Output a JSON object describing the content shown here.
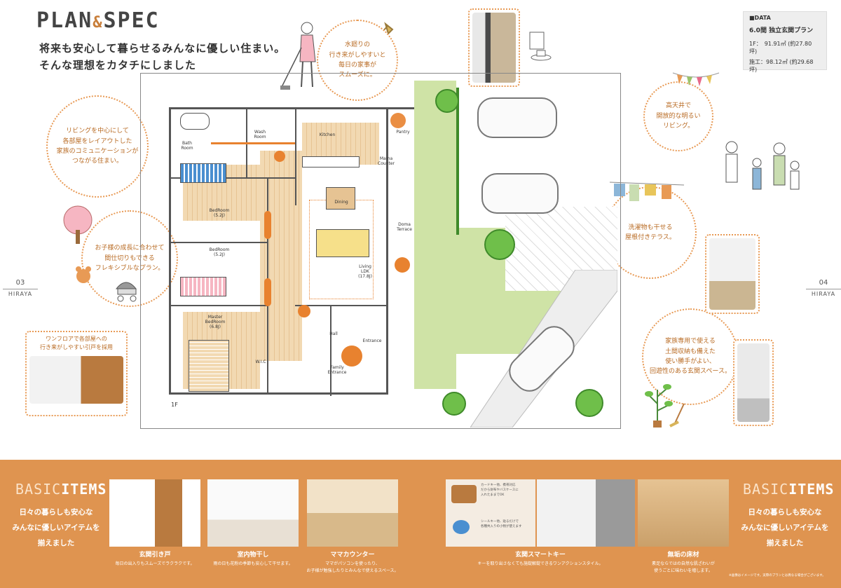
{
  "header": {
    "title_plan": "PLAN",
    "title_amp": "&",
    "title_spec": "SPEC",
    "lead_1": "将来も安心して暮らせるみんなに優しい住まい。",
    "lead_2": "そんな理想をカタチにしました"
  },
  "data_box": {
    "label": "■DATA",
    "plan_name": "6.0間 独立玄関プラン",
    "floor_1": "1F：　91.91㎡ (約27.80 坪)",
    "total": "施工：98.12㎡ (約29.68 坪)"
  },
  "bubbles": {
    "living_center": "リビングを中心にして\n各部屋をレイアウトした\n家族のコミュニケーションが\nつながる住まい。",
    "flexible": "お子様の成長に合わせて\n間仕切りもできる\nフレキシブルなプラン。",
    "water": "水廻りの\n行き来がしやすいと\n毎日の家事が\nスムーズに。",
    "ceiling": "高天井で\n開放的な明るい\nリビング。",
    "terrace": "洗濯物も干せる\n屋根付きテラス。",
    "entrance": "家族専用で使える\n土間収納も備えた\n使い勝手がよい、\n回遊性のある玄関スペース。",
    "oneroom": "ワンフロアで各部屋への\n行き来がしやすい引戸を採用"
  },
  "rooms": {
    "bath": "Bath\nRoom",
    "wash": "Wash\nRoom",
    "kitchen": "Kitchen",
    "pantry": "Pantry",
    "mama": "Mama\nCounter",
    "dining": "Dining",
    "bed1": "BedRoom\n(5.2J)",
    "bed2": "BedRoom\n(5.2J)",
    "living": "Living\nLDK\n(17.8J)",
    "doma": "Doma\nTerrace",
    "master": "Master\nBedRoom\n(6.8J)",
    "wic": "W.I.C",
    "hall": "Hall",
    "entrance": "Entrance",
    "family": "Family\nEntrance",
    "floor": "1F"
  },
  "pages": {
    "left": "03",
    "right": "04",
    "brand": "HIRAYA"
  },
  "basic": {
    "label_a": "BASIC",
    "label_b": "ITEMS",
    "sub_1": "日々の暮らしも安心な",
    "sub_2": "みんなに優しいアイテムを",
    "sub_3": "揃えました"
  },
  "items": [
    {
      "title": "玄関引き戸",
      "desc": "毎日の出入りもスムーズでラクラクです。"
    },
    {
      "title": "室内物干し",
      "desc": "雨の日も花粉の季節も安心して干せます。"
    },
    {
      "title": "ママカウンター",
      "desc": "ママがパソコンを使ったり、\nお子様が勉強したりとみんなで使えるスペース。"
    },
    {
      "title": "玄関スマートキー",
      "desc": "キーを取り出さなくても施錠解錠できるワンアクションスタイル。"
    },
    {
      "title": "無垢の床材",
      "desc": "素足ならではの自然な肌ざわいが\n使うごとに味わいを増します。"
    }
  ],
  "smartkey": {
    "card": "カードキー他、携帯対応\nだから財布やバスケースに\n入れたままでOK",
    "seal": "シールキー他、貼るだけで\n各種共入りの小物が使えます"
  },
  "note": "※画像はイメージです。実際のプランとは異なる場合がございます。",
  "colors": {
    "accent": "#e8822f",
    "band": "#df9450",
    "grass": "#cfe3a6"
  }
}
